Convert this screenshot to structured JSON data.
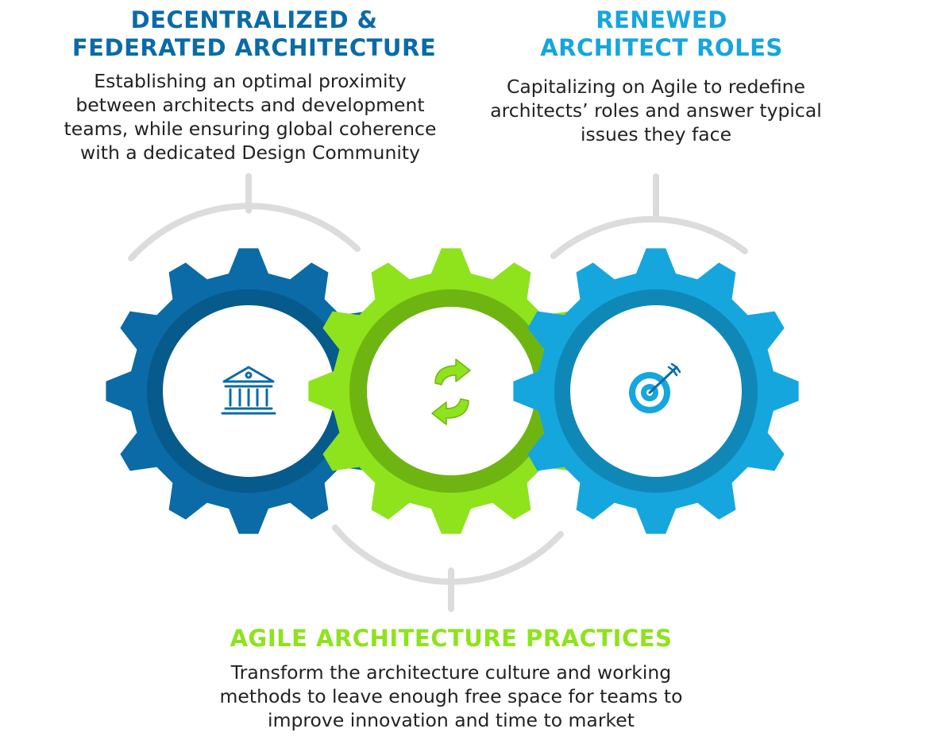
{
  "colors": {
    "dark_blue": "#0a6ba6",
    "dark_blue_ring": "#075a8c",
    "green": "#8ee31c",
    "green_ring": "#6fb512",
    "light_blue": "#15a6dd",
    "light_blue_ring": "#0f88b8",
    "arc_gray": "#dcdcdc",
    "text": "#222222"
  },
  "sections": {
    "left": {
      "title": "DECENTRALIZED &\nFEDERATED ARCHITECTURE",
      "description": "Establishing an optimal proximity\nbetween architects and development\nteams, while ensuring global coherence\nwith a dedicated Design Community",
      "icon": "bank-building-icon"
    },
    "right": {
      "title": "RENEWED\nARCHITECT ROLES",
      "description": "Capitalizing on Agile to redefine\narchitects’ roles and answer typical\nissues they face",
      "icon": "target-arrow-icon"
    },
    "bottom": {
      "title": "AGILE ARCHITECTURE PRACTICES",
      "description": "Transform the architecture culture and working\nmethods to leave enough free space for teams to\nimprove innovation and time to market",
      "icon": "refresh-arrows-icon"
    }
  }
}
